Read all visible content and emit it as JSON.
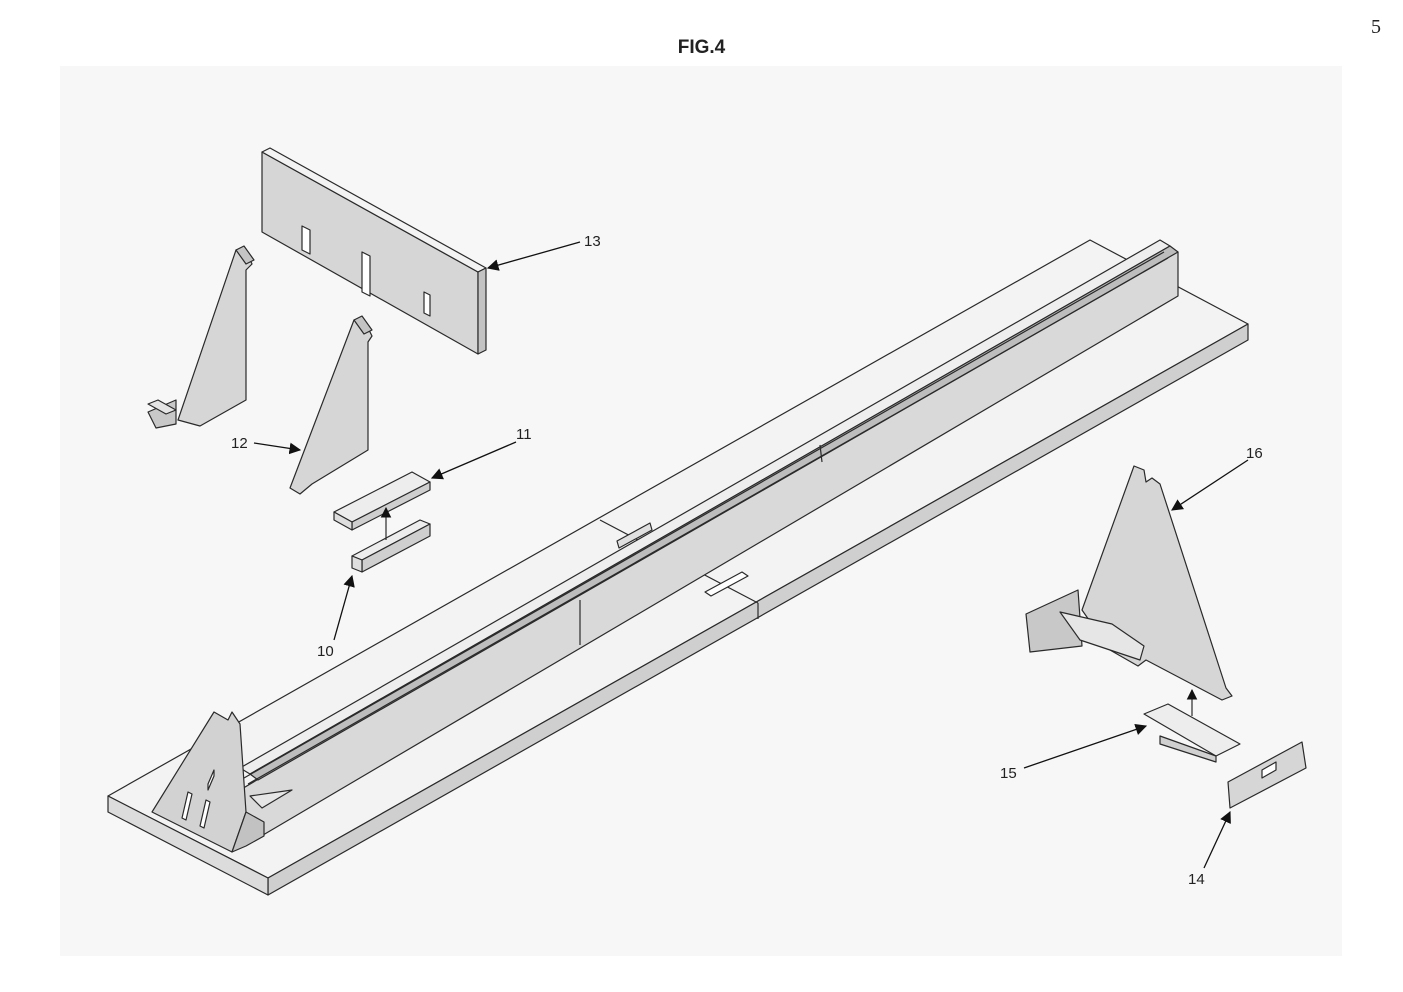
{
  "page_number": "5",
  "figure_title": "FIG.4",
  "reference_numerals": {
    "n10": "10",
    "n11": "11",
    "n12": "12",
    "n13": "13",
    "n14": "14",
    "n15": "15",
    "n16": "16"
  },
  "colors": {
    "background": "#f7f7f7",
    "top_face": "#f3f3f3",
    "side_face": "#c9c9c9",
    "front_face": "#d6d6d6",
    "line": "#2a2a2a"
  }
}
